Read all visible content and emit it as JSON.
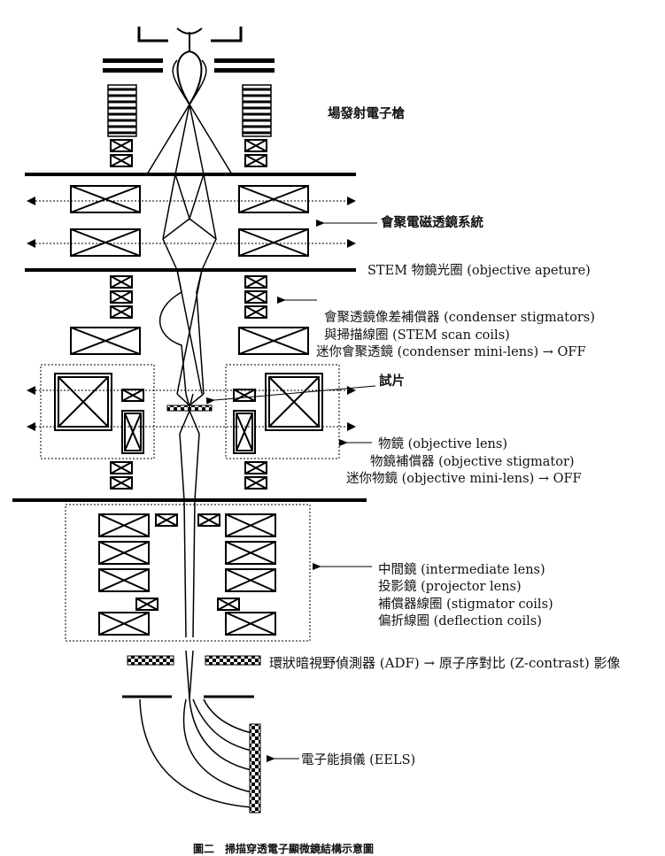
{
  "labels": {
    "gun": "場發射電子槍",
    "condenser_system": "會聚電磁透鏡系統",
    "stem_aperture": "STEM 物鏡光圈 (objective apeture)",
    "cond_stig": "會聚透鏡像差補償器 (condenser stigmators)",
    "scan_coils": "與掃描線圈 (STEM  scan coils)",
    "cond_mini": "迷你會聚透鏡 (condenser mini-lens) → OFF",
    "specimen": "試片",
    "obj_lens": "物鏡 (objective lens)",
    "obj_stig": "物鏡補償器 (objective stigmator)",
    "obj_mini": "迷你物鏡 (objective mini-lens) → OFF",
    "intermediate": "中間鏡 (intermediate lens)",
    "projector": "投影鏡 (projector lens)",
    "stig_coils": "補償器線圈 (stigmator coils)",
    "deflection": "偏折線圈 (deflection coils)",
    "adf": "環狀暗視野偵測器 (ADF) → 原子序對比 (Z-contrast) 影像",
    "eels": "電子能損儀 (EELS)"
  },
  "caption": "圖二　掃描穿透電子顯微鏡結構示意圖"
}
